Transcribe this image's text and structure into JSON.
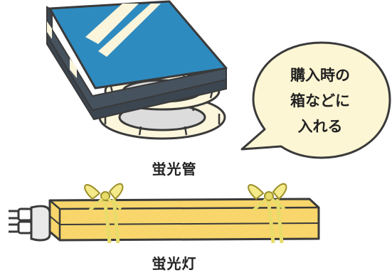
{
  "labels": {
    "fluorescent_tube_box": "蛍光管",
    "fluorescent_lamp_bundle": "蛍光灯"
  },
  "speech_bubble": {
    "lines": [
      "購入時の",
      "箱などに",
      "入れる"
    ]
  },
  "colors": {
    "box_blue": "#2e8bc0",
    "box_dark": "#3c4650",
    "stripe_cream": "#fbf5dc",
    "ring_cream": "#fbf6dc",
    "bubble_fill": "#fdf6d4",
    "tube_yellow": "#f8d66b",
    "string_yellow": "#e7dc6a",
    "outline": "#3a3a3a"
  },
  "icons": [
    "ring-fluorescent-tube-box",
    "straight-fluorescent-tubes-icon",
    "speech-bubble"
  ]
}
